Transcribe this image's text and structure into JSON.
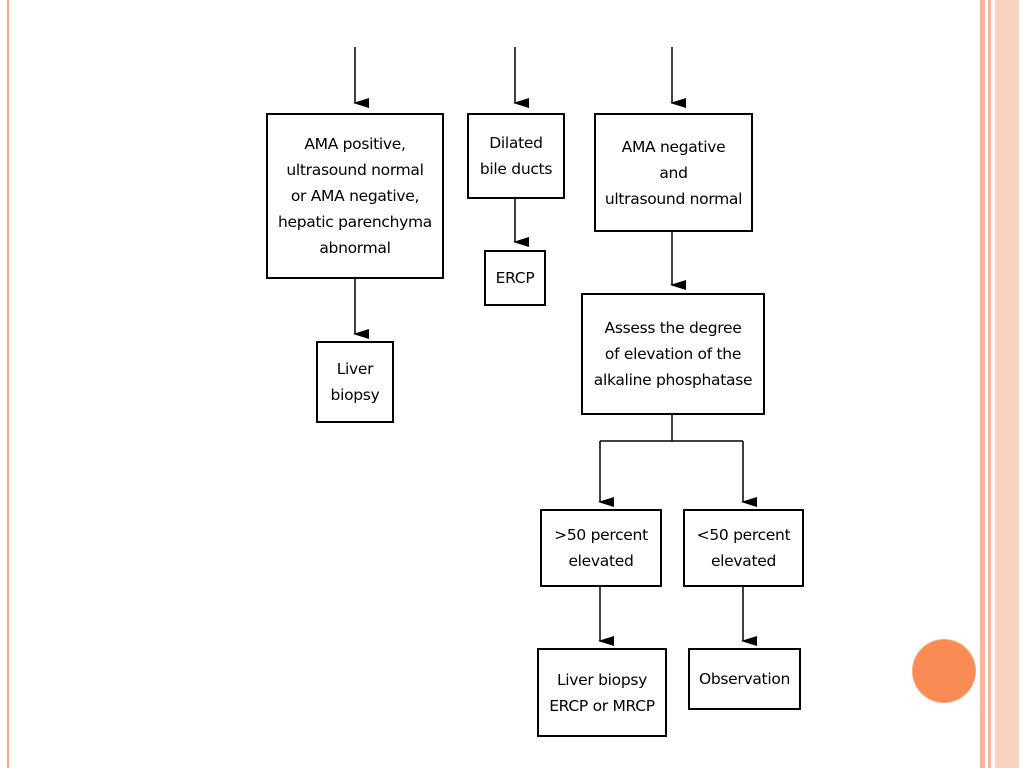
{
  "nodes": {
    "ama_positive": "AMA positive,\nultrasound normal\nor AMA negative,\nhepatic parenchyma\nabnormal",
    "dilated": "Dilated\nbile ducts",
    "ama_negative": "AMA negative\nand\nultrasound normal",
    "liver_biopsy": "Liver\nbiopsy",
    "ercp": "ERCP",
    "assess": "Assess the degree\nof elevation of the\nalkaline phosphatase",
    "gt50": ">50 percent\nelevated",
    "lt50": "<50 percent\nelevated",
    "liver_biopsy_ercp": "Liver biopsy\nERCP or MRCP",
    "observation": "Observation"
  },
  "colors": {
    "frame": "#f2a98b",
    "accent_dot": "#f98b55",
    "line": "#000000"
  }
}
